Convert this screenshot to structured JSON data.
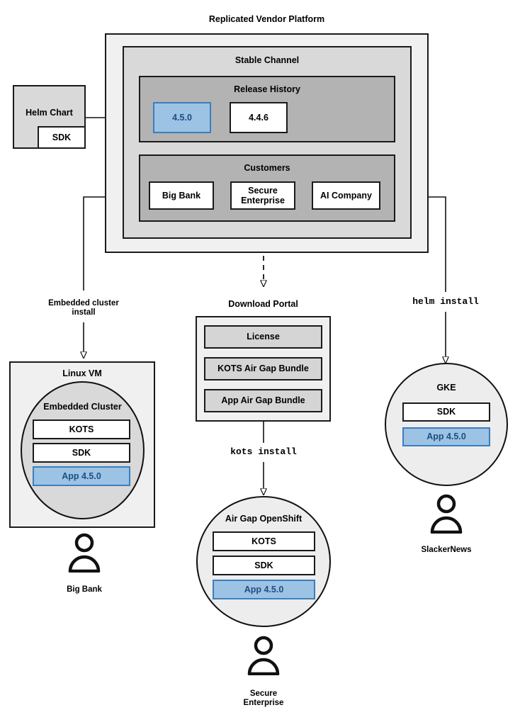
{
  "diagram": {
    "title": "Replicated Vendor Platform",
    "type": "architecture-flow"
  },
  "platform": {
    "title": "Replicated Vendor Platform",
    "channel": {
      "title": "Stable Channel",
      "release_history": {
        "title": "Release History",
        "releases": [
          {
            "version": "4.5.0",
            "state": "current",
            "color": "#9cc3e4"
          },
          {
            "version": "4.4.6",
            "state": "previous",
            "color": "#ffffff"
          }
        ]
      },
      "customers": {
        "title": "Customers",
        "items": [
          {
            "name": "Big Bank"
          },
          {
            "name": "Secure\nEnterprise",
            "line1": "Secure",
            "line2": "Enterprise"
          },
          {
            "name": "AI Company"
          }
        ]
      }
    }
  },
  "source": {
    "helm_chart": "Helm Chart",
    "sdk": "SDK"
  },
  "edges": [
    {
      "id": "helm-to-release",
      "label": "",
      "style": "solid"
    },
    {
      "id": "bigbank-to-linuxvm",
      "label": "Embedded cluster install",
      "label_line1": "Embedded cluster",
      "label_line2": "install",
      "style": "solid"
    },
    {
      "id": "secure-to-portal",
      "label": "",
      "style": "dashed"
    },
    {
      "id": "portal-to-openshift",
      "label": "kots install",
      "style": "solid",
      "font": "mono"
    },
    {
      "id": "aicompany-to-gke",
      "label": "helm install",
      "style": "solid",
      "font": "mono"
    }
  ],
  "targets": {
    "linux_vm": {
      "title": "Linux VM",
      "cluster_title": "Embedded Cluster",
      "components": [
        {
          "label": "KOTS",
          "color": "#ffffff"
        },
        {
          "label": "SDK",
          "color": "#ffffff"
        },
        {
          "label": "App 4.5.0",
          "color": "#9cc3e4"
        }
      ],
      "customer": "Big Bank"
    },
    "download_portal": {
      "title": "Download Portal",
      "artifacts": [
        {
          "label": "License"
        },
        {
          "label": "KOTS Air Gap Bundle"
        },
        {
          "label": "App Air Gap Bundle"
        }
      ]
    },
    "air_gap_openshift": {
      "title": "Air Gap OpenShift",
      "components": [
        {
          "label": "KOTS",
          "color": "#ffffff"
        },
        {
          "label": "SDK",
          "color": "#ffffff"
        },
        {
          "label": "App 4.5.0",
          "color": "#9cc3e4"
        }
      ],
      "customer_line1": "Secure",
      "customer_line2": "Enterprise"
    },
    "gke": {
      "title": "GKE",
      "components": [
        {
          "label": "SDK",
          "color": "#ffffff"
        },
        {
          "label": "App 4.5.0",
          "color": "#9cc3e4"
        }
      ],
      "customer": "SlackerNews"
    }
  },
  "colors": {
    "accent_blue_fill": "#9cc3e4",
    "accent_blue_border": "#3a7ebf",
    "accent_blue_text": "#1c4e80",
    "stroke": "#1a1a1a",
    "shade_outer": "#f0f0f0",
    "shade_mid": "#d9d9d9",
    "shade_inner": "#b3b3b3"
  }
}
